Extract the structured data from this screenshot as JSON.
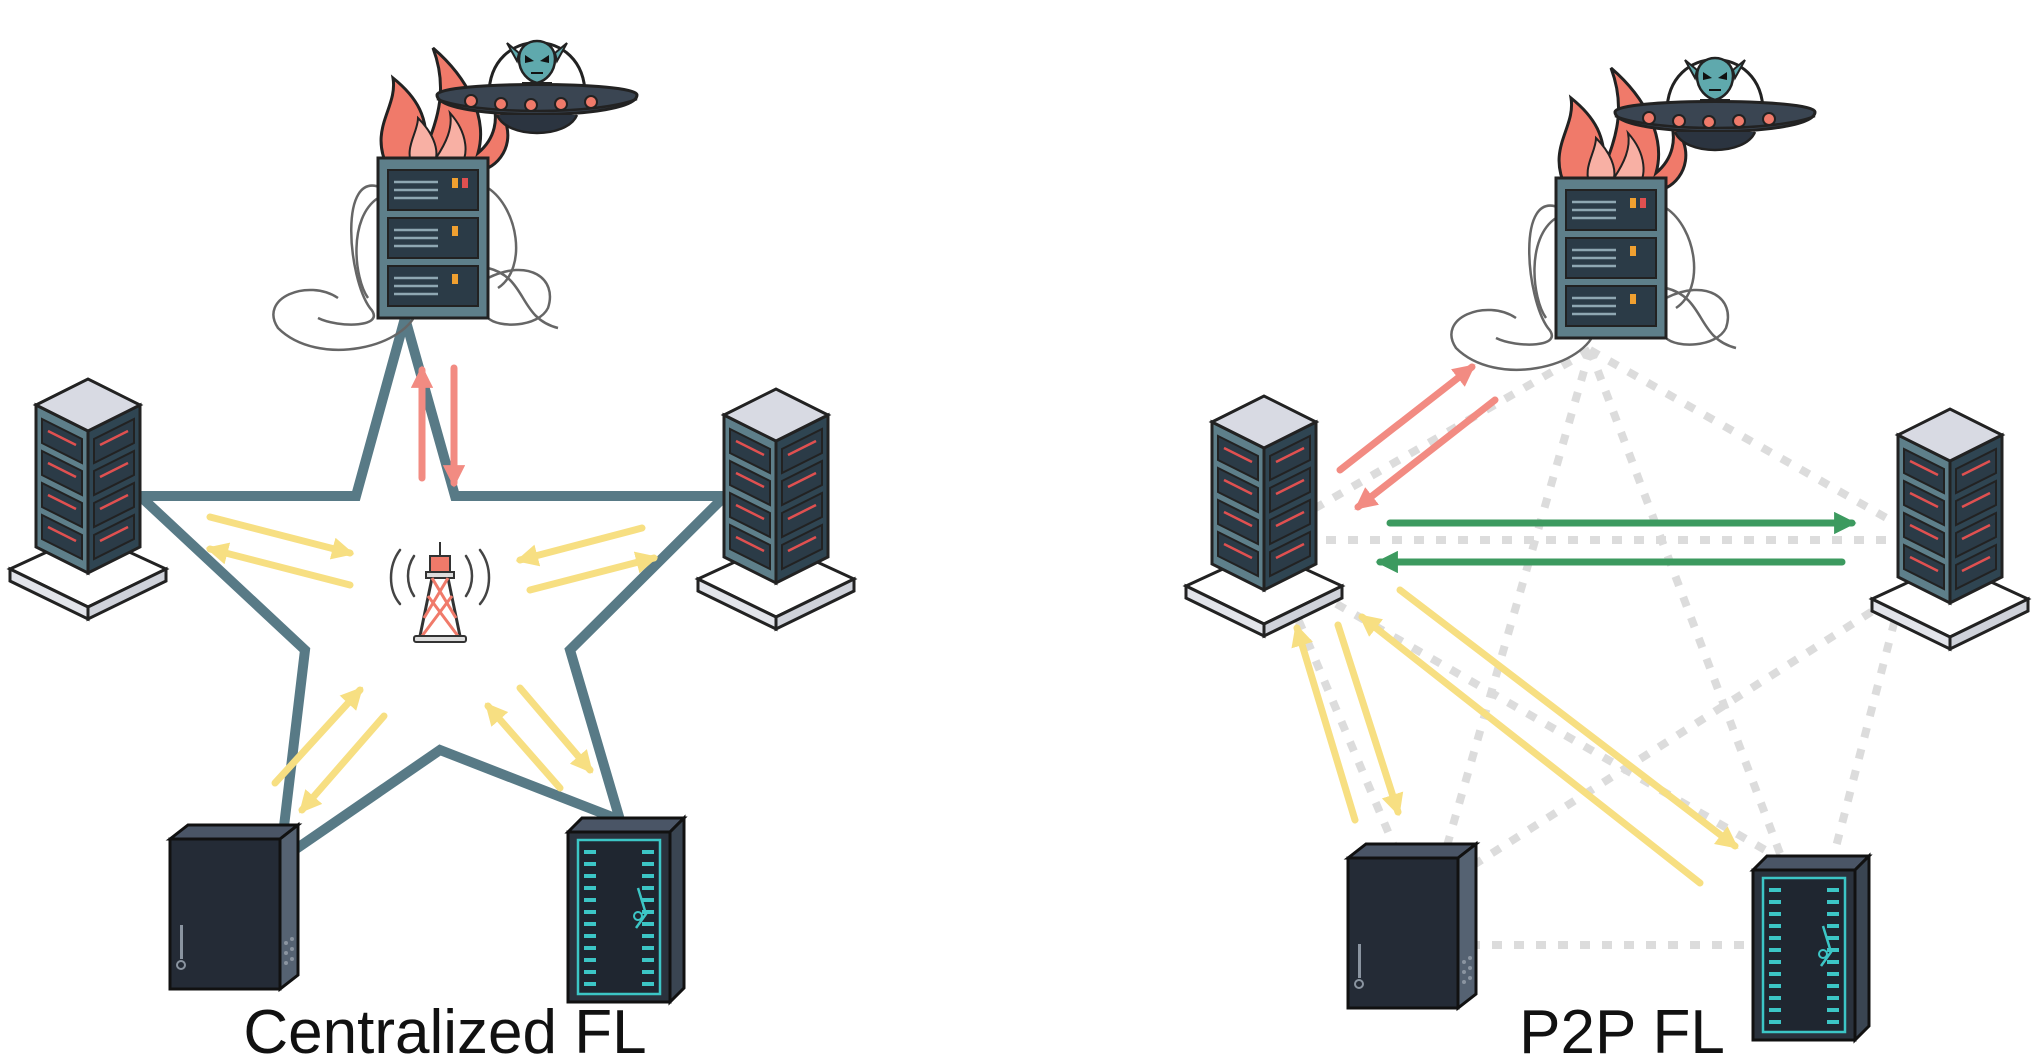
{
  "diagrams": [
    {
      "id": "centralized",
      "caption": "Centralized FL",
      "topology": "star",
      "nodes": [
        {
          "id": "server",
          "kind": "compromised-server",
          "attacker": "alien-ufo",
          "status": "on-fire"
        },
        {
          "id": "client-left",
          "kind": "isometric-server"
        },
        {
          "id": "client-right",
          "kind": "isometric-server"
        },
        {
          "id": "client-bottom-left",
          "kind": "tower-pc"
        },
        {
          "id": "client-bottom-right",
          "kind": "rack-cabinet"
        },
        {
          "id": "hub",
          "kind": "antenna-tower"
        }
      ],
      "links": "solid",
      "arrow_colors": {
        "malicious": "#f28b82",
        "benign": "#f7df82"
      }
    },
    {
      "id": "p2p",
      "caption": "P2P FL",
      "topology": "mesh",
      "nodes": [
        {
          "id": "peer-top",
          "kind": "compromised-server",
          "attacker": "alien-ufo",
          "status": "on-fire"
        },
        {
          "id": "peer-left",
          "kind": "isometric-server"
        },
        {
          "id": "peer-right",
          "kind": "isometric-server"
        },
        {
          "id": "peer-bottom-left",
          "kind": "tower-pc"
        },
        {
          "id": "peer-bottom-right",
          "kind": "rack-cabinet"
        }
      ],
      "links": "dotted",
      "arrow_colors": {
        "malicious": "#f28b82",
        "peer-exchange": "#3c9a5f",
        "benign": "#f7df82"
      }
    }
  ],
  "colors": {
    "link": "#587a86",
    "dotted-link": "#dcdcdc",
    "rack-body": "#5e7f8a",
    "rack-panel": "#2b3b47",
    "server-top": "#d8dae3",
    "tower": "#242b36",
    "teal": "#3cc6c6",
    "led-red": "#e05050",
    "fire-outer": "#f07a6a",
    "fire-inner": "#f8b0a4",
    "alien": "#5fa9ad",
    "ufo": "#3a4552"
  }
}
